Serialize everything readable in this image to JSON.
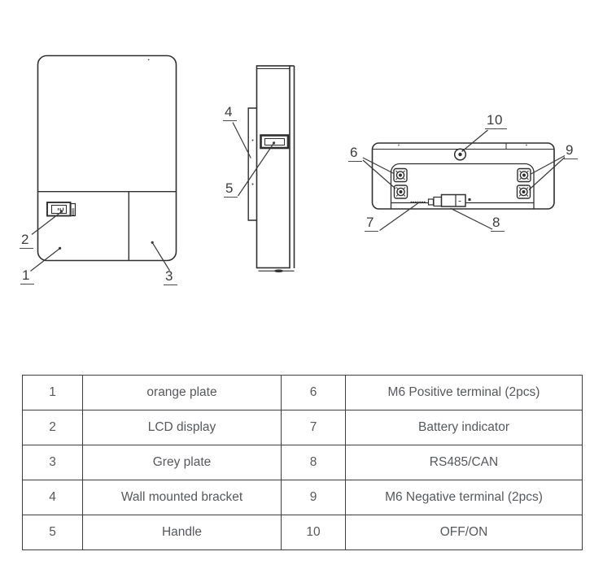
{
  "callouts": [
    "1",
    "2",
    "3",
    "4",
    "5",
    "6",
    "7",
    "8",
    "9",
    "10"
  ],
  "table": {
    "rows": [
      [
        "1",
        "orange plate",
        "6",
        "M6 Positive terminal (2pcs)"
      ],
      [
        "2",
        "LCD display",
        "7",
        "Battery indicator"
      ],
      [
        "3",
        "Grey plate",
        "8",
        "RS485/CAN"
      ],
      [
        "4",
        "Wall mounted bracket",
        "9",
        "M6 Negative terminal (2pcs)"
      ],
      [
        "5",
        "Handle",
        "10",
        "OFF/ON"
      ]
    ]
  },
  "colors": {
    "line": "#2f2f2f",
    "leader": "#3a3a3a",
    "table_text": "#56585b",
    "table_border": "#3f3f42"
  }
}
